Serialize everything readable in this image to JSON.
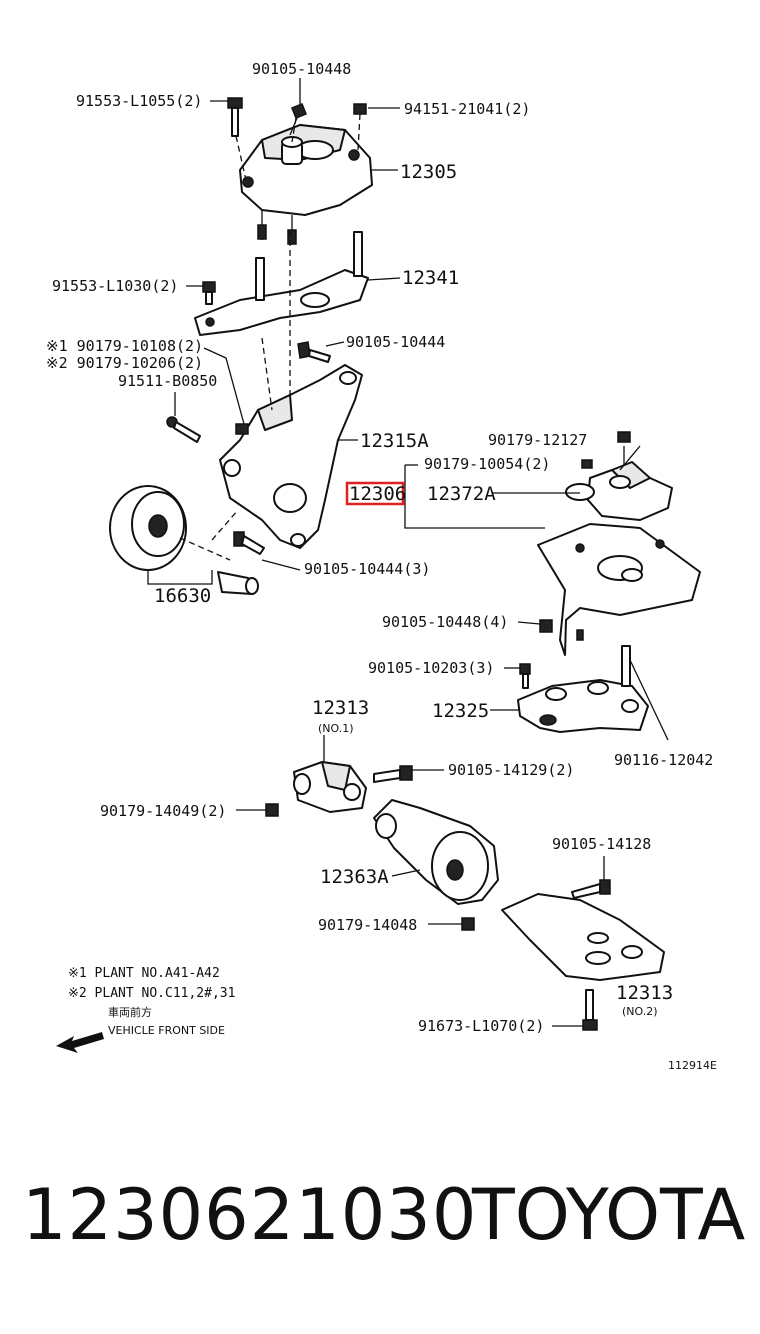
{
  "labels": {
    "l90105_10448": "90105-10448",
    "l91553_L1055": "91553-L1055(2)",
    "l94151_21041": "94151-21041(2)",
    "l12305": "12305",
    "l12341": "12341",
    "l91553_L1030": "91553-L1030(2)",
    "l90179_10108": "※1 90179-10108(2)",
    "l90179_10206": "※2 90179-10206(2)",
    "l90105_10444": "90105-10444",
    "l91511_B0850": "91511-B0850",
    "l12315A": "12315A",
    "l90179_12127": "90179-12127",
    "l90179_10054": "90179-10054(2)",
    "l12306": "12306",
    "l12372A": "12372A",
    "l90105_10444_3": "90105-10444(3)",
    "l16630": "16630",
    "l90105_10448_4": "90105-10448(4)",
    "l90105_10203": "90105-10203(3)",
    "l12313_top": "12313",
    "l12313_top_sub": "(NO.1)",
    "l12325": "12325",
    "l90105_14129": "90105-14129(2)",
    "l90116_12042": "90116-12042",
    "l90179_14049": "90179-14049(2)",
    "l90105_14128": "90105-14128",
    "l12363A": "12363A",
    "l90179_14048": "90179-14048",
    "l12313_bottom": "12313",
    "l12313_bottom_sub": "(NO.2)",
    "l91673_L1070": "91673-L1070(2)"
  },
  "notes": {
    "plant1": "※1  PLANT NO.A41-A42",
    "plant2": "※2  PLANT NO.C11,2#,31",
    "front_jp": "車両前方",
    "front_en": "VEHICLE FRONT SIDE",
    "ref": "112914E"
  },
  "footer": {
    "part_number": "1230621030",
    "brand": "TOYOTA"
  },
  "colors": {
    "highlight": "#e02020",
    "ink": "#111111"
  }
}
